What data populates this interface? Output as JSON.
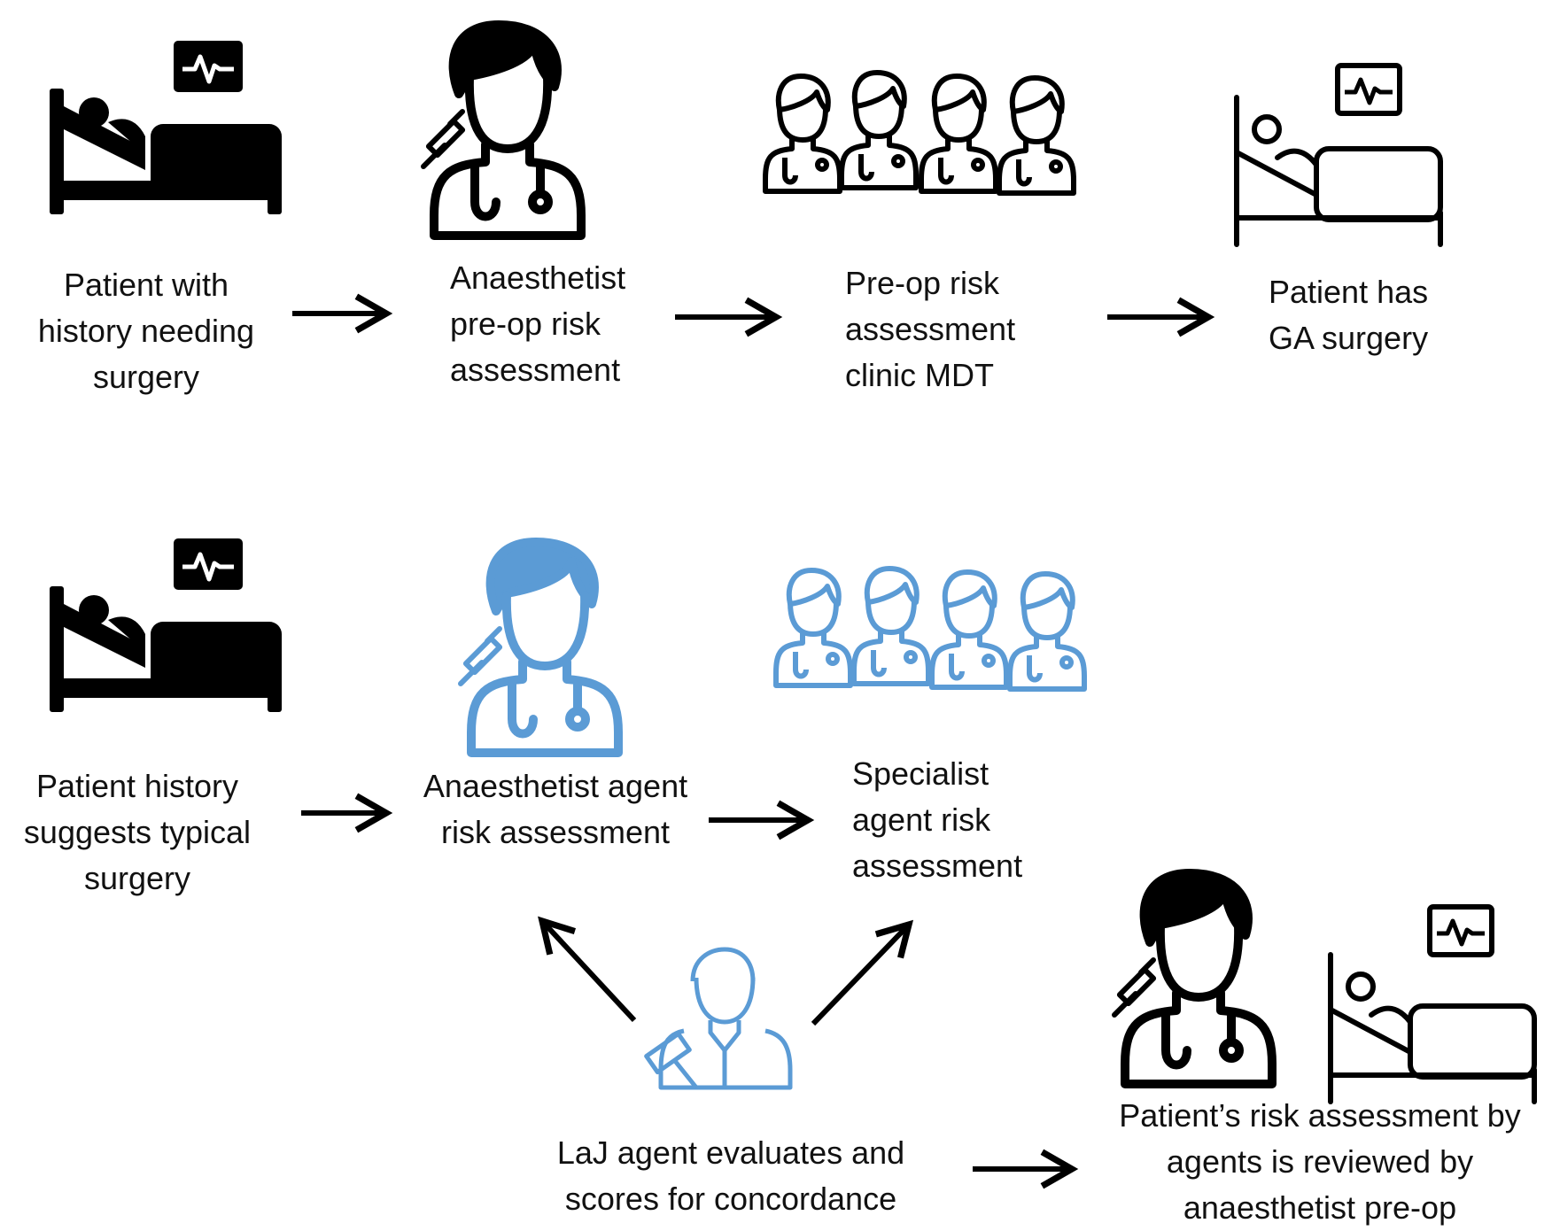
{
  "colors": {
    "ink": "#000000",
    "agent_blue": "#5b9bd5"
  },
  "top_row": {
    "patient": [
      "Patient with",
      "history needing",
      "surgery"
    ],
    "anaesthetist": [
      "Anaesthetist",
      "pre-op risk",
      "assessment"
    ],
    "mdt": [
      "Pre-op risk",
      "assessment",
      "clinic MDT"
    ],
    "surgery": [
      "Patient has",
      "GA surgery"
    ]
  },
  "bottom_row": {
    "patient": [
      "Patient history",
      "suggests typical",
      "surgery"
    ],
    "anaesthetist_agent": [
      "Anaesthetist agent",
      "risk  assessment"
    ],
    "specialist_agent": [
      "Specialist",
      "agent risk",
      "assessment"
    ],
    "laj_agent": [
      "LaJ agent evaluates and",
      "scores for concordance"
    ],
    "review": [
      "Patient’s risk assessment by",
      "agents is reviewed by",
      "anaesthetist pre-op"
    ]
  },
  "icons": {
    "patient_bed": "hospital-bed-patient-icon",
    "monitor": "heart-monitor-icon",
    "anaesthetist": "anaesthetist-doctor-icon",
    "team": "clinical-team-icon",
    "judge": "judge-agent-icon",
    "arrow": "right-arrow-icon"
  }
}
